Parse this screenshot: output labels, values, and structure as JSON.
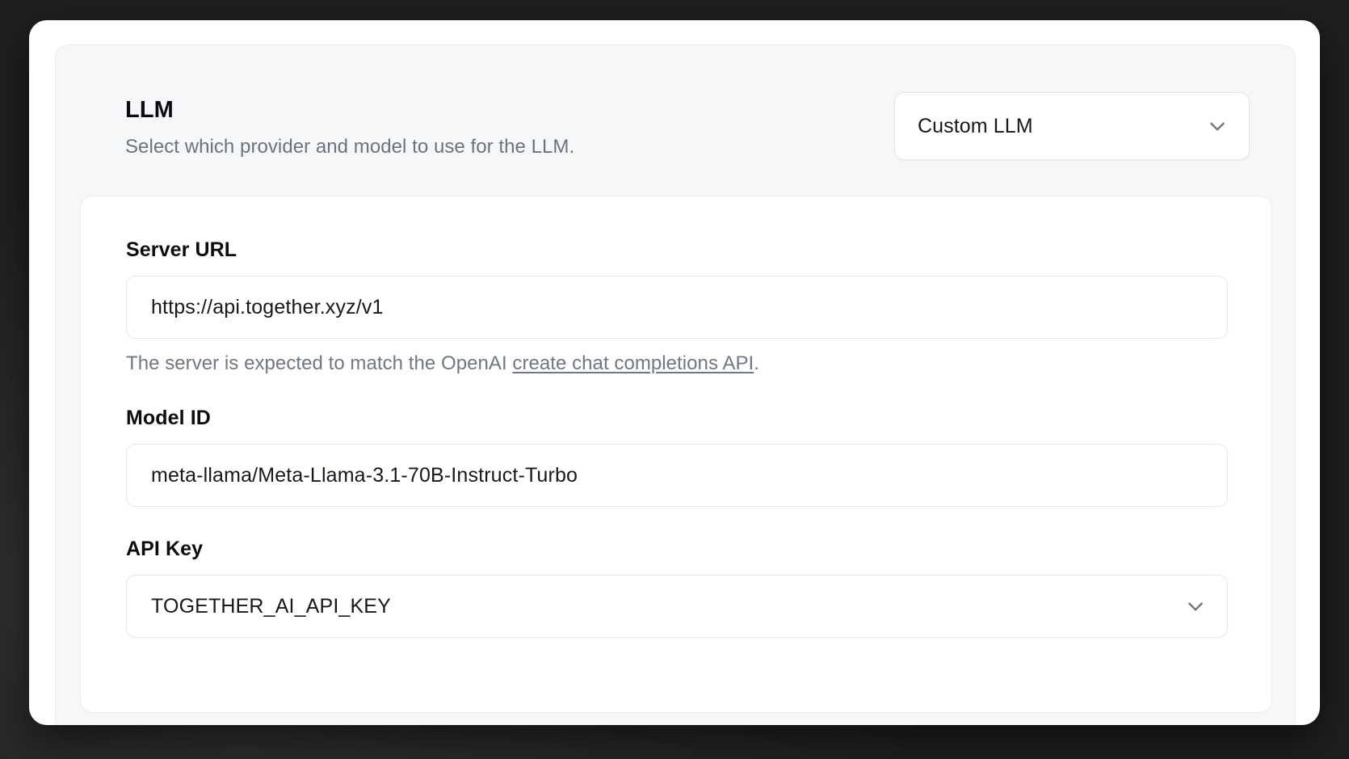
{
  "section": {
    "title": "LLM",
    "description": "Select which provider and model to use for the LLM.",
    "provider_select": {
      "value": "Custom LLM",
      "chevron_icon": "chevron-down-icon"
    }
  },
  "fields": {
    "server_url": {
      "label": "Server URL",
      "value": "https://api.together.xyz/v1",
      "helper_prefix": "The server is expected to match the OpenAI ",
      "helper_link": "create chat completions API",
      "helper_suffix": "."
    },
    "model_id": {
      "label": "Model ID",
      "value": "meta-llama/Meta-Llama-3.1-70B-Instruct-Turbo"
    },
    "api_key": {
      "label": "API Key",
      "value": "TOGETHER_AI_API_KEY",
      "chevron_icon": "chevron-down-icon"
    }
  },
  "colors": {
    "backdrop": "#202020",
    "panel": "#ffffff",
    "card": "#f6f7f9",
    "border": "#e6e8ec",
    "text_primary": "#0b0d11",
    "text_muted": "#6b7280"
  }
}
